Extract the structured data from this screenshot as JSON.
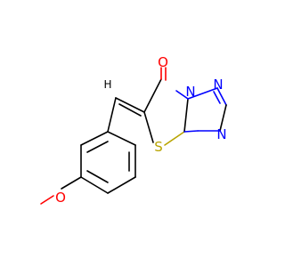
{
  "molecule": {
    "atoms": {
      "carbonyl_oxygen": "O",
      "sulfur": "S",
      "bridge_nitrogen": "N",
      "ring_nitrogen_top": "N",
      "ring_nitrogen_bottom": "N",
      "methoxy_oxygen": "O",
      "vinyl_hydrogen": "H"
    },
    "colors": {
      "carbon": "#000000",
      "oxygen": "#ff0000",
      "nitrogen": "#0000ff",
      "sulfur": "#b8a400"
    }
  }
}
